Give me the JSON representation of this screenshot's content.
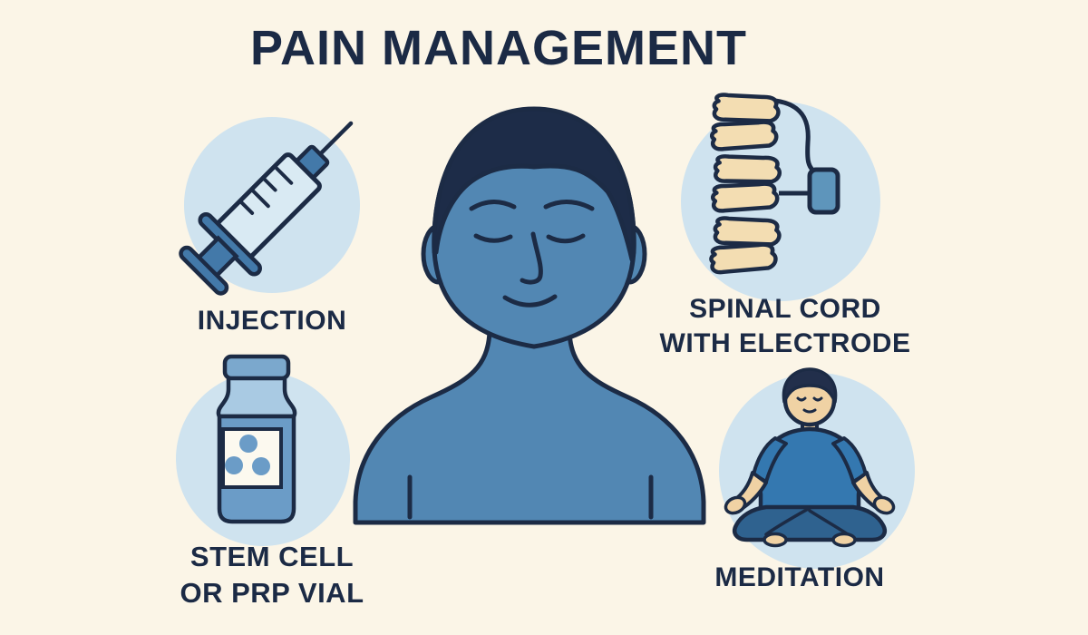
{
  "title": "PAIN MANAGEMENT",
  "labels": {
    "injection": "INJECTION",
    "spinal_line1": "SPINAL CORD",
    "spinal_line2": "WITH ELECTRODE",
    "vial_line1": "STEM CELL",
    "vial_line2": "OR PRP VIAL",
    "meditation": "MEDITATION"
  },
  "icons": {
    "injection": "syringe-icon",
    "spinal": "spine-electrode-icon",
    "vial": "medicine-vial-icon",
    "meditation": "meditating-person-icon",
    "center": "calm-person-figure"
  },
  "colors": {
    "background": "#FBF5E7",
    "circle": "#CFE3EF",
    "outline": "#1C2B45",
    "text": "#1B2A45",
    "figure_skin": "#5287B3",
    "figure_hair": "#1D2C48",
    "syringe_barrel": "#D9EAF3",
    "syringe_blue": "#4379A9",
    "vertebra": "#F3DDB2",
    "electrode": "#5E95BB",
    "vial_cap": "#7BA8CD",
    "vial_neck": "#A9CAE3",
    "vial_body": "#6B9CC7",
    "vial_label": "#FCF9EF",
    "meditator_shirt": "#3478B0",
    "meditator_pants": "#2F628F",
    "meditator_skin": "#F0D2A4",
    "meditator_hair": "#222F4B"
  }
}
